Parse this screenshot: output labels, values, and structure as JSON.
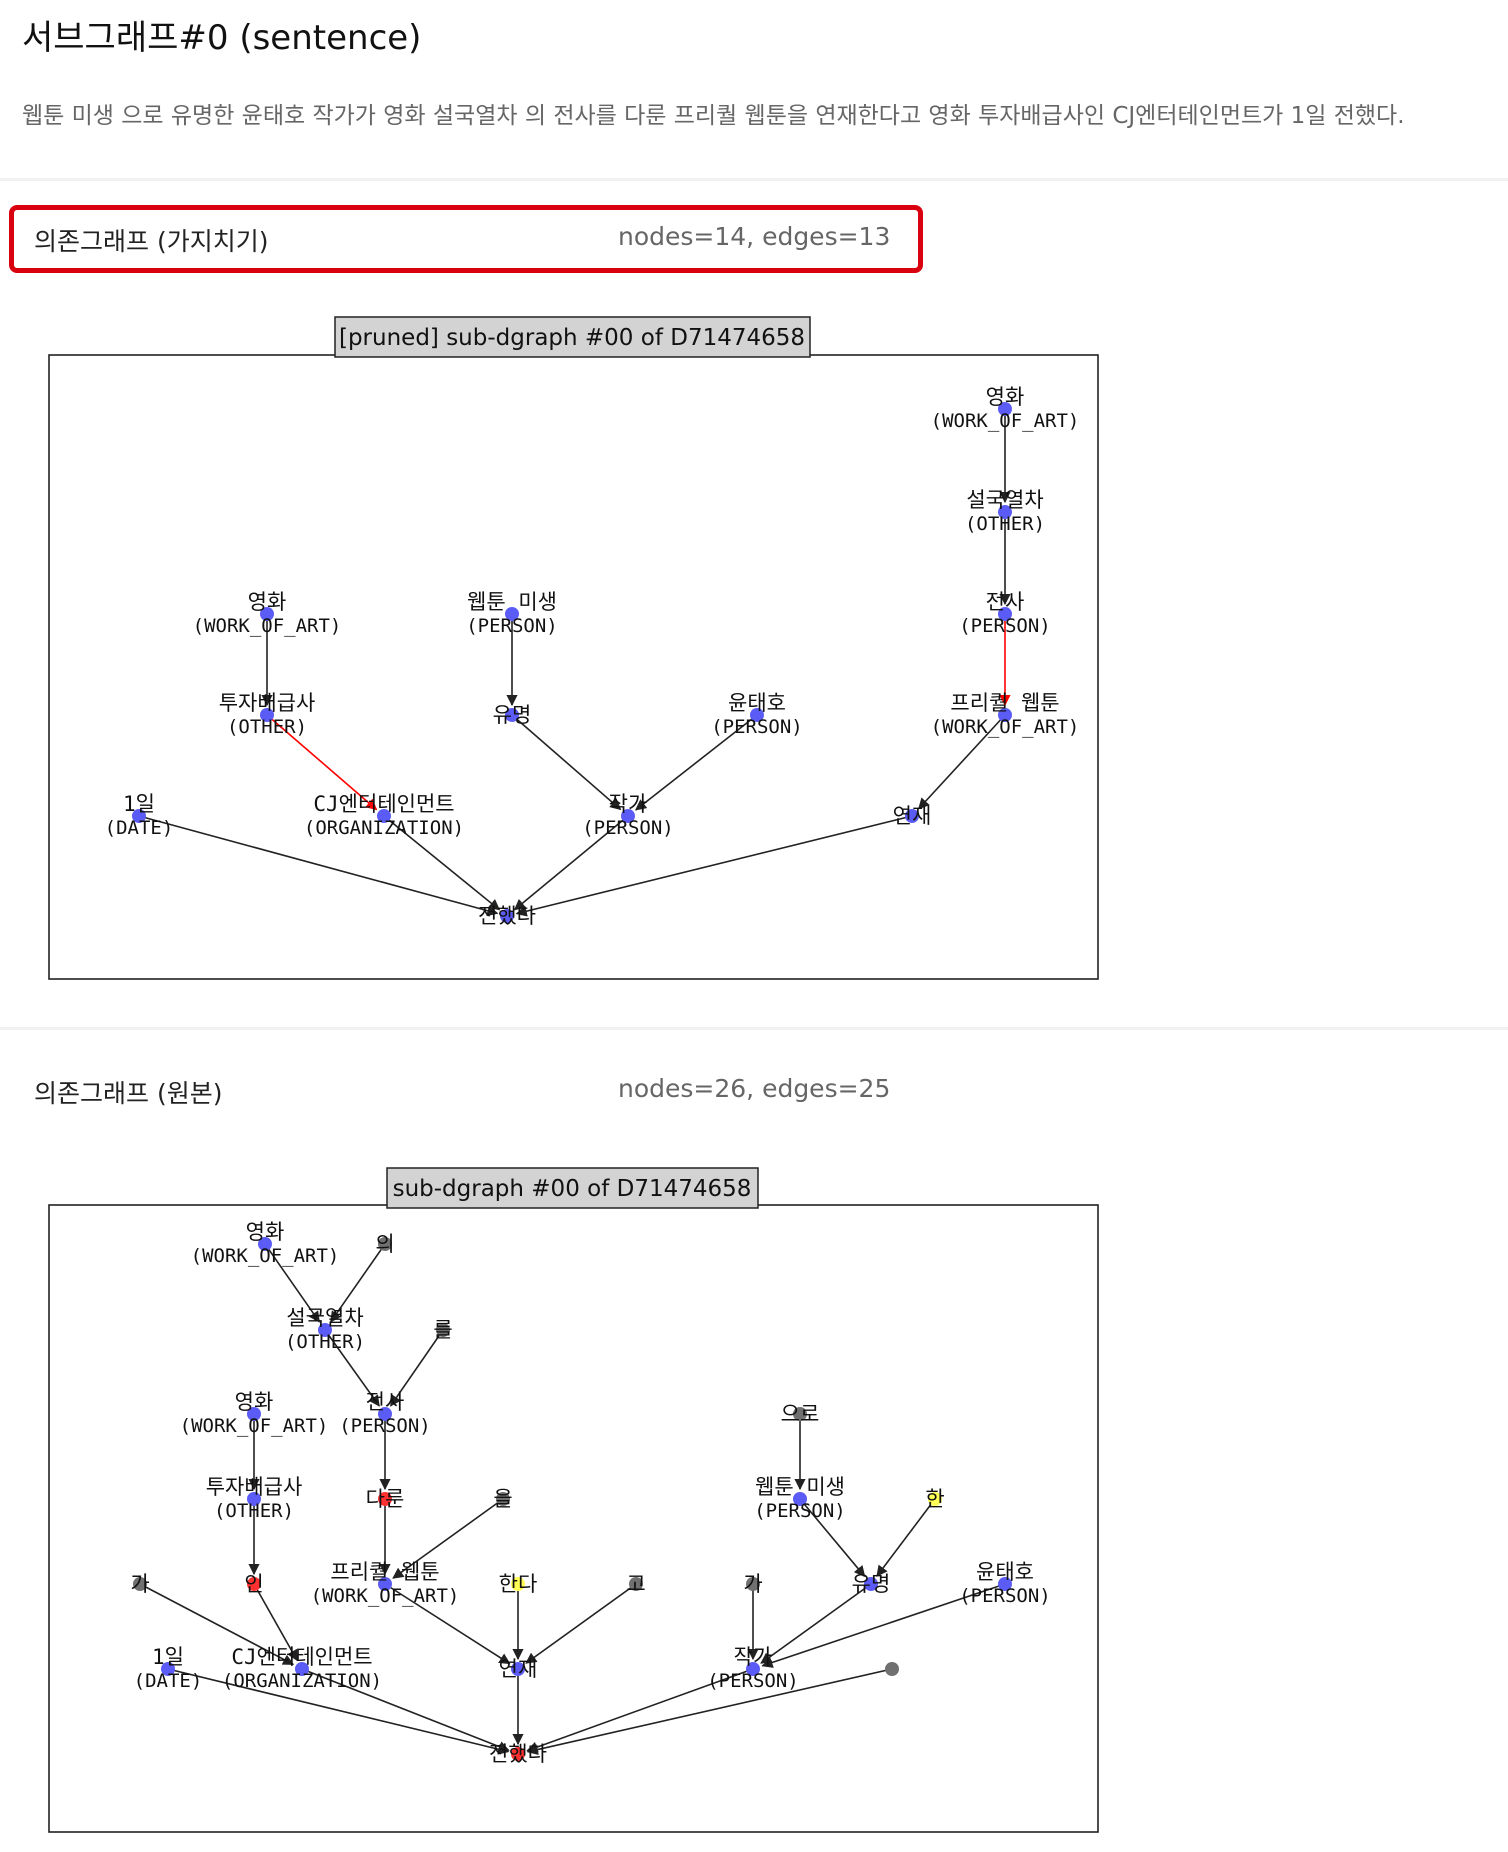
{
  "page": {
    "title": "서브그래프#0 (sentence)",
    "sentence": "웹툰 미생 으로 유명한 윤태호 작가가 영화 설국열차 의 전사를 다룬 프리퀄 웹툰을 연재한다고 영화 투자배급사인 CJ엔터테인먼트가 1일 전했다."
  },
  "colors": {
    "node": "#5b5bf5",
    "edge": "#222222",
    "edge_highlight": "#ff0000",
    "frame_highlight": "#d9000f",
    "title_box": "#d3d3d3"
  },
  "sections": [
    {
      "id": "pruned",
      "label": "의존그래프 (가지치기)",
      "stats": "nodes=14, edges=13",
      "graph_title": "[pruned] sub-dgraph #00 of D71474658",
      "nodes": [
        {
          "id": "n1",
          "word": "영화",
          "type": "(WORK_OF_ART)"
        },
        {
          "id": "n2",
          "word": "설국열차",
          "type": "(OTHER)"
        },
        {
          "id": "n3",
          "word": "전사",
          "type": "(PERSON)"
        },
        {
          "id": "n4",
          "word": "프리퀄 웹툰",
          "type": "(WORK_OF_ART)"
        },
        {
          "id": "n5",
          "word": "영화",
          "type": "(WORK_OF_ART)"
        },
        {
          "id": "n6",
          "word": "웹툰 미생",
          "type": "(PERSON)"
        },
        {
          "id": "n7",
          "word": "투자배급사",
          "type": "(OTHER)"
        },
        {
          "id": "n8",
          "word": "유명",
          "type": ""
        },
        {
          "id": "n9",
          "word": "윤태호",
          "type": "(PERSON)"
        },
        {
          "id": "n10",
          "word": "1일",
          "type": "(DATE)"
        },
        {
          "id": "n11",
          "word": "CJ엔터테인먼트",
          "type": "(ORGANIZATION)"
        },
        {
          "id": "n12",
          "word": "작가",
          "type": "(PERSON)"
        },
        {
          "id": "n13",
          "word": "연재",
          "type": ""
        },
        {
          "id": "n14",
          "word": "전했다",
          "type": ""
        }
      ],
      "edges": [
        {
          "from": "n1",
          "to": "n2",
          "highlight": false
        },
        {
          "from": "n2",
          "to": "n3",
          "highlight": false
        },
        {
          "from": "n3",
          "to": "n4",
          "highlight": true
        },
        {
          "from": "n4",
          "to": "n13",
          "highlight": false
        },
        {
          "from": "n5",
          "to": "n7",
          "highlight": false
        },
        {
          "from": "n7",
          "to": "n11",
          "highlight": true
        },
        {
          "from": "n6",
          "to": "n8",
          "highlight": false
        },
        {
          "from": "n8",
          "to": "n12",
          "highlight": false
        },
        {
          "from": "n9",
          "to": "n12",
          "highlight": false
        },
        {
          "from": "n10",
          "to": "n14",
          "highlight": false
        },
        {
          "from": "n11",
          "to": "n14",
          "highlight": false
        },
        {
          "from": "n12",
          "to": "n14",
          "highlight": false
        },
        {
          "from": "n13",
          "to": "n14",
          "highlight": false
        }
      ]
    },
    {
      "id": "original",
      "label": "의존그래프 (원본)",
      "stats": "nodes=26, edges=25",
      "graph_title": "sub-dgraph #00 of D71474658",
      "nodes": [
        {
          "id": "m1",
          "word": "영화",
          "type": "(WORK_OF_ART)",
          "dot": "blue"
        },
        {
          "id": "m2",
          "word": "의",
          "type": "",
          "dot": "gray"
        },
        {
          "id": "m3",
          "word": "설국열차",
          "type": "(OTHER)",
          "dot": "blue"
        },
        {
          "id": "m4",
          "word": "를",
          "type": "",
          "dot": "gray"
        },
        {
          "id": "m5",
          "word": "영화",
          "type": "(WORK_OF_ART)",
          "dot": "blue"
        },
        {
          "id": "m6",
          "word": "전사",
          "type": "(PERSON)",
          "dot": "blue"
        },
        {
          "id": "m7",
          "word": "투자배급사",
          "type": "(OTHER)",
          "dot": "blue"
        },
        {
          "id": "m8",
          "word": "다룬",
          "type": "",
          "dot": "red"
        },
        {
          "id": "m9",
          "word": "을",
          "type": "",
          "dot": "gray"
        },
        {
          "id": "m10",
          "word": "으로",
          "type": "",
          "dot": "gray"
        },
        {
          "id": "m11",
          "word": "웹툰 미생",
          "type": "(PERSON)",
          "dot": "blue"
        },
        {
          "id": "m12",
          "word": "한",
          "type": "",
          "dot": "yellow"
        },
        {
          "id": "m13",
          "word": "가",
          "type": "",
          "dot": "gray"
        },
        {
          "id": "m14",
          "word": "인",
          "type": "",
          "dot": "red"
        },
        {
          "id": "m15",
          "word": "프리퀄 웹툰",
          "type": "(WORK_OF_ART)",
          "dot": "blue"
        },
        {
          "id": "m16",
          "word": "한다",
          "type": "",
          "dot": "yellow"
        },
        {
          "id": "m17",
          "word": "고",
          "type": "",
          "dot": "gray"
        },
        {
          "id": "m18",
          "word": "가",
          "type": "",
          "dot": "gray"
        },
        {
          "id": "m19",
          "word": "유명",
          "type": "",
          "dot": "blue"
        },
        {
          "id": "m20",
          "word": "윤태호",
          "type": "(PERSON)",
          "dot": "blue"
        },
        {
          "id": "m21",
          "word": "1일",
          "type": "(DATE)",
          "dot": "blue"
        },
        {
          "id": "m22",
          "word": "CJ엔터테인먼트",
          "type": "(ORGANIZATION)",
          "dot": "blue"
        },
        {
          "id": "m23",
          "word": "연재",
          "type": "",
          "dot": "blue"
        },
        {
          "id": "m24",
          "word": "작가",
          "type": "(PERSON)",
          "dot": "blue"
        },
        {
          "id": "m25",
          "word": "",
          "type": "",
          "dot": "gray"
        },
        {
          "id": "m26",
          "word": "전했다",
          "type": "",
          "dot": "red"
        }
      ],
      "edges": [
        {
          "from": "m1",
          "to": "m3"
        },
        {
          "from": "m2",
          "to": "m3"
        },
        {
          "from": "m3",
          "to": "m6"
        },
        {
          "from": "m4",
          "to": "m6"
        },
        {
          "from": "m6",
          "to": "m8"
        },
        {
          "from": "m8",
          "to": "m15"
        },
        {
          "from": "m9",
          "to": "m15"
        },
        {
          "from": "m5",
          "to": "m7"
        },
        {
          "from": "m7",
          "to": "m14"
        },
        {
          "from": "m14",
          "to": "m22"
        },
        {
          "from": "m13",
          "to": "m22"
        },
        {
          "from": "m15",
          "to": "m23"
        },
        {
          "from": "m16",
          "to": "m23"
        },
        {
          "from": "m17",
          "to": "m23"
        },
        {
          "from": "m10",
          "to": "m11"
        },
        {
          "from": "m11",
          "to": "m19"
        },
        {
          "from": "m12",
          "to": "m19"
        },
        {
          "from": "m19",
          "to": "m24"
        },
        {
          "from": "m20",
          "to": "m24"
        },
        {
          "from": "m18",
          "to": "m24"
        },
        {
          "from": "m21",
          "to": "m26"
        },
        {
          "from": "m22",
          "to": "m26"
        },
        {
          "from": "m23",
          "to": "m26"
        },
        {
          "from": "m24",
          "to": "m26"
        },
        {
          "from": "m25",
          "to": "m26"
        }
      ]
    }
  ]
}
